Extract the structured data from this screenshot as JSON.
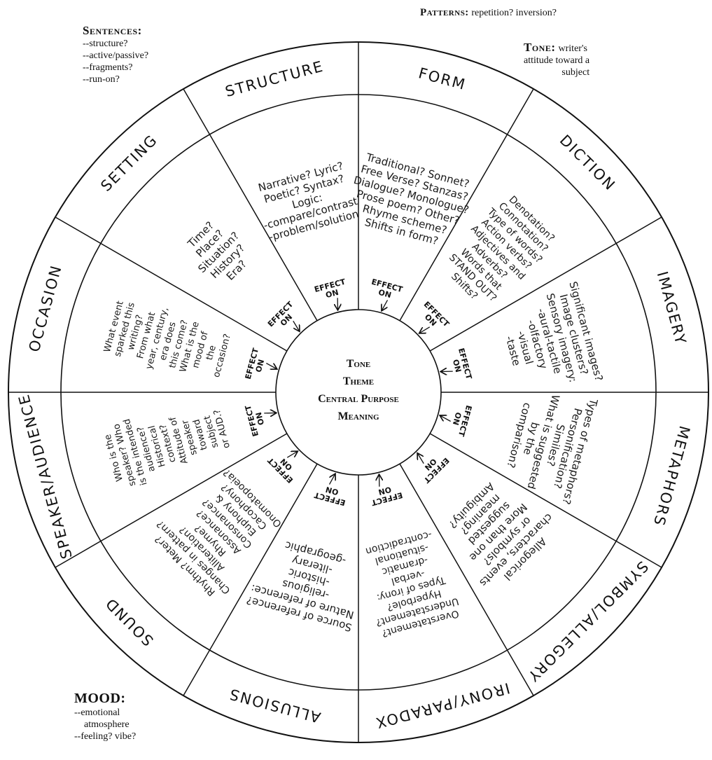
{
  "corners": {
    "sentences": {
      "title": "Sentences:",
      "lines": [
        "--structure?",
        "--active/passive?",
        "--fragments?",
        "--run-on?"
      ]
    },
    "patterns": {
      "title": "Patterns:",
      "text": "repetition? inversion?"
    },
    "tone": {
      "title": "Tone:",
      "lines": [
        "writer's",
        "attitude toward a",
        "subject"
      ]
    },
    "mood": {
      "title": "MOOD:",
      "lines": [
        "--emotional",
        "atmosphere",
        "--feeling? vibe?"
      ]
    }
  },
  "center": {
    "lines": [
      "Tone",
      "Theme",
      "Central Purpose",
      "Meaning"
    ]
  },
  "effect_label": [
    "EFFECT",
    "ON"
  ],
  "segments": [
    {
      "label": "SPEAKER/AUDIENCE",
      "notes": [
        "Who is the",
        "speaker? Who",
        "is the intended",
        "audience?",
        "Historical",
        "context?",
        "Attitude of",
        "speaker",
        "toward",
        "subject",
        "or AUD.?"
      ]
    },
    {
      "label": "OCCASION",
      "notes": [
        "What event",
        "sparked this",
        "writing?",
        "From what",
        "year, century,",
        "era does",
        "this come?",
        "What is the",
        "mood of",
        "the",
        "occasion?"
      ]
    },
    {
      "label": "SETTING",
      "notes": [
        "Time?",
        "Place?",
        "Situation?",
        "History?",
        "Era?"
      ]
    },
    {
      "label": "STRUCTURE",
      "notes": [
        "Narrative? Lyric?",
        "Poetic? Syntax?",
        "Logic:",
        "-compare/contrast",
        "-problem/solution"
      ]
    },
    {
      "label": "FORM",
      "notes": [
        "Traditional? Sonnet?",
        "Free Verse? Stanzas?",
        "Dialogue? Monologue?",
        "Prose poem? Other?",
        "Rhyme scheme?",
        "Shifts in form?"
      ]
    },
    {
      "label": "DICTION",
      "notes": [
        "Denotation?",
        "Connotation?",
        "Type of words?",
        "Action verbs?",
        "Adjectives and",
        "Adverbs?",
        "Words that",
        "STAND OUT?",
        "Shifts?"
      ]
    },
    {
      "label": "IMAGERY",
      "notes": [
        "Significant images?",
        "Image clusters?",
        "Sensory imagery:",
        "-aural-tactile",
        "-olfactory",
        "-visual",
        "-taste"
      ]
    },
    {
      "label": "METAPHORS",
      "notes": [
        "Types of metaphors?",
        "Personification?",
        "Similes?",
        "What is suggested",
        "by the",
        "comparison?"
      ]
    },
    {
      "label": "SYMBOL/ALLEGORY",
      "notes": [
        "Allegorical",
        "characters, events",
        "or symbols?",
        "More than one",
        "suggested",
        "meaning?",
        "Ambiguity?"
      ]
    },
    {
      "label": "IRONY/PARADOX",
      "notes": [
        "Overstatement?",
        "Understatement?",
        "Hyperbole?",
        "Types of irony:",
        "-verbal",
        "-dramatic",
        "-situational",
        "-contradiction"
      ]
    },
    {
      "label": "ALLUSIONS",
      "notes": [
        "Source of reference?",
        "Nature of reference:",
        "-religious",
        "-historic",
        "-literary",
        "-geographic"
      ]
    },
    {
      "label": "SOUND",
      "notes": [
        "Rhythm? Meter?",
        "Changes in pattern?",
        "Alliteration?",
        "Rhyme?",
        "Assonance?",
        "Consonance?",
        "Euphony &",
        "Cacophony?",
        "Onomatopoeia?"
      ]
    }
  ]
}
